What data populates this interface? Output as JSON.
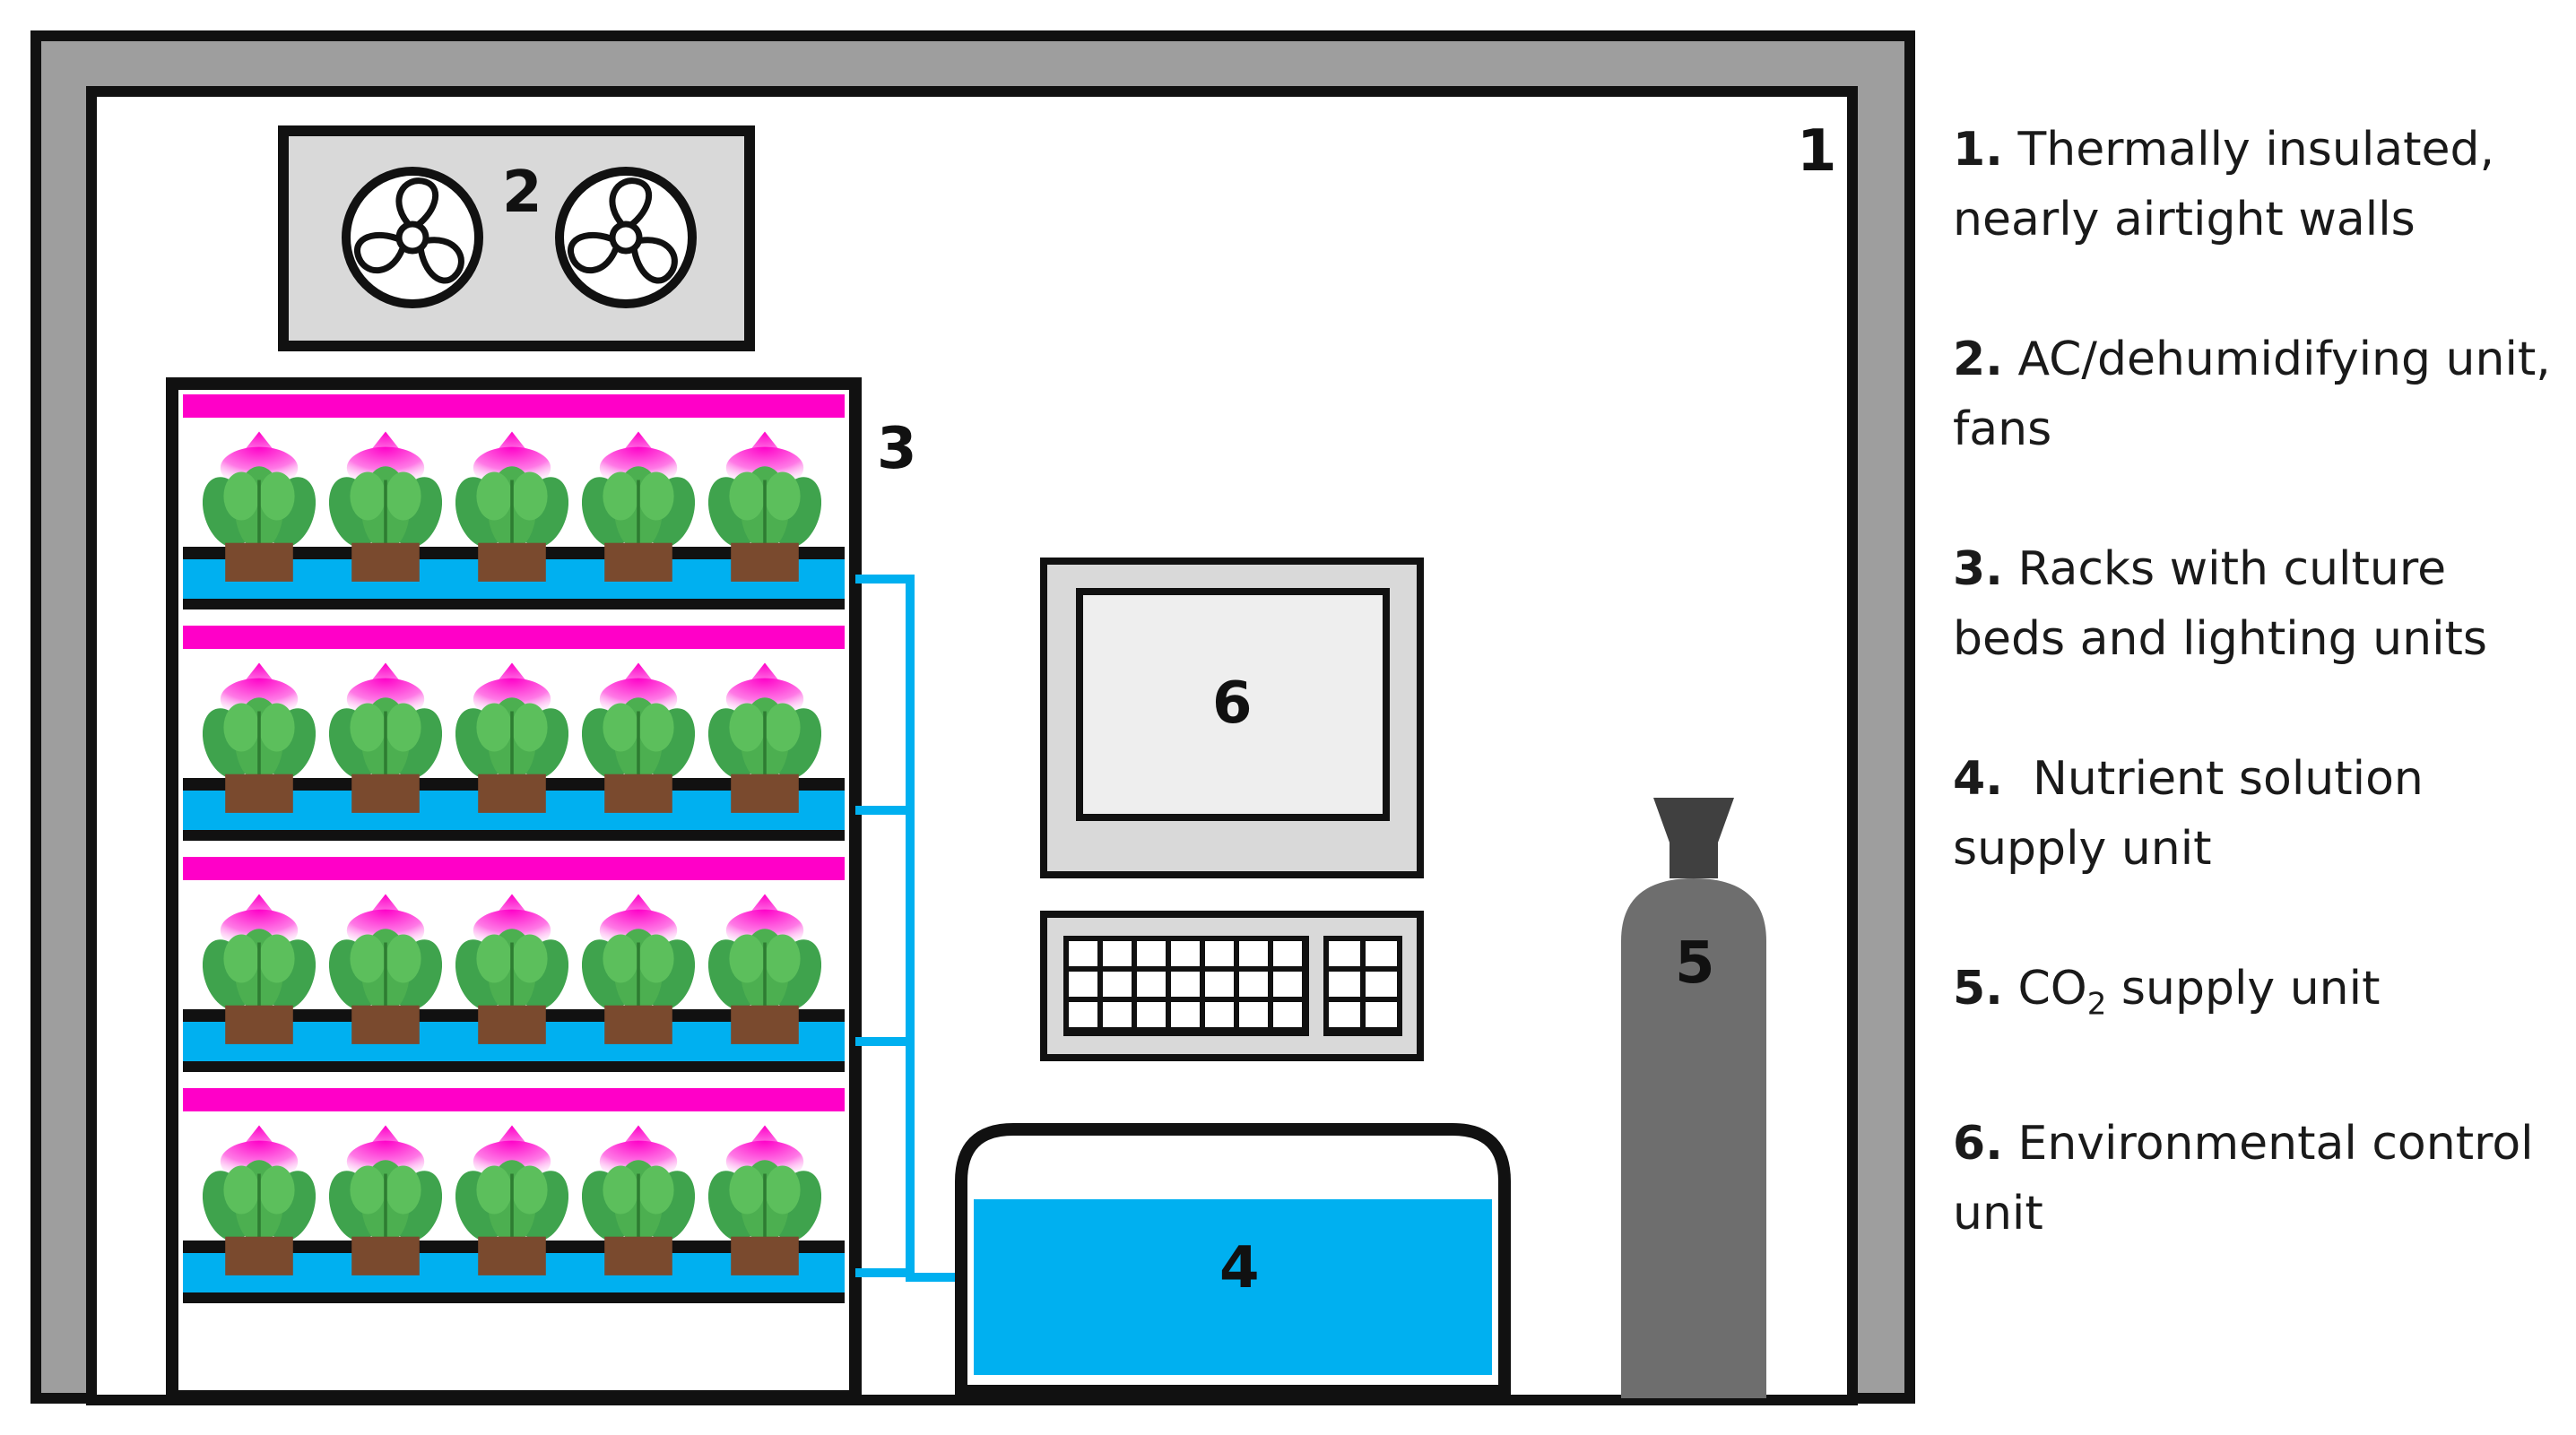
{
  "labels": {
    "room": "1",
    "ac_unit": "2",
    "racks": "3",
    "nutrient_tank": "4",
    "co2_cylinder": "5",
    "control_unit": "6"
  },
  "legend": [
    {
      "num": "1.",
      "text": "Thermally insulated, nearly airtight walls"
    },
    {
      "num": "2.",
      "text": "AC/dehumidifying unit, fans"
    },
    {
      "num": "3.",
      "text": "Racks with culture beds and lighting units"
    },
    {
      "num": "4.",
      "text": " Nutrient solution supply unit"
    },
    {
      "num": "5.",
      "text_before": "CO",
      "subscript": "2",
      "text_after": " supply unit"
    },
    {
      "num": "6.",
      "text": "Environmental control unit"
    }
  ],
  "colors": {
    "wall_outer": "#9e9e9e",
    "outline": "#111111",
    "ac_panel": "#d9d9d9",
    "grow_light": "#ff00c8",
    "water": "#00b0f0",
    "plant_leaf": "#3fa34d",
    "plant_pot": "#7a4a2e",
    "cylinder": "#6e6e6e",
    "screen": "#eeeeee"
  },
  "icons": [
    "fan-icon",
    "plant-icon",
    "keyboard-icon",
    "gas-cylinder-icon",
    "monitor-icon"
  ]
}
